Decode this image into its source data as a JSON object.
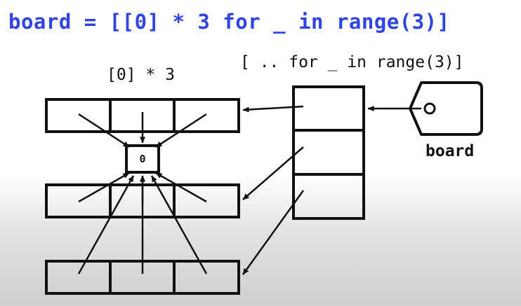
{
  "code": "board = [[0] * 3 for _ in range(3)]",
  "labels": {
    "inner_expression": "[0] * 3",
    "outer_expression": "[ .. for _ in range(3)]",
    "variable_name": "board",
    "shared_value": "0"
  },
  "colors": {
    "code": "#2f44e0",
    "stroke": "#111111"
  }
}
